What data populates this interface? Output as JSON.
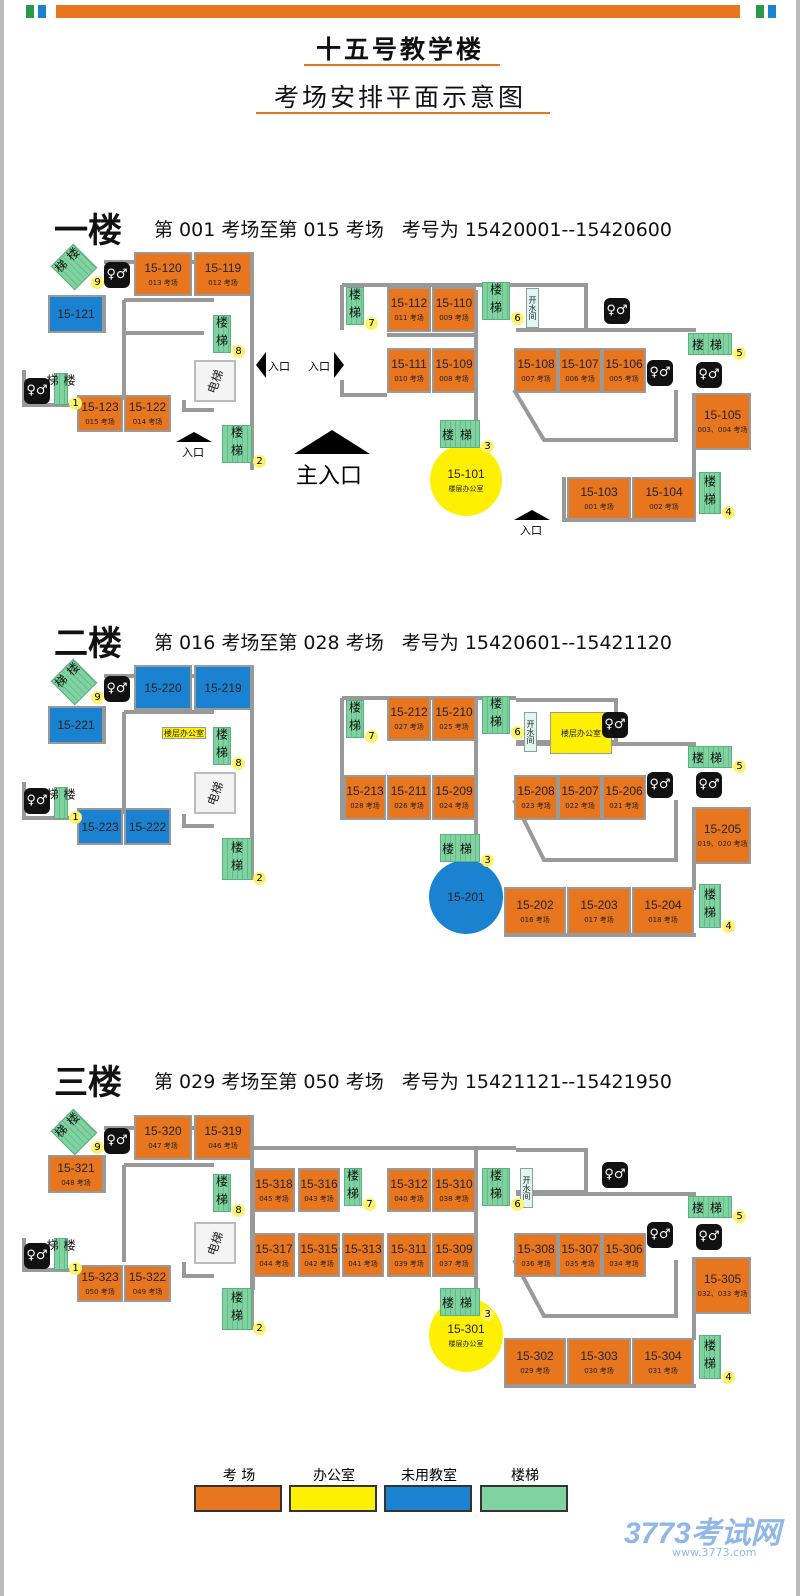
{
  "title": "十五号教学楼",
  "subtitle": "考场安排平面示意图",
  "colors": {
    "exam": "#e8761f",
    "office": "#ffef00",
    "unused": "#1a82d0",
    "stairs": "#7fd3a0",
    "water": "#dff7f4",
    "accent": "#e8761f"
  },
  "floors": [
    {
      "name": "一楼",
      "desc": "第 001 考场至第 015 考场   考号为 15420001--15420600",
      "rooms": [
        {
          "id": "15-120",
          "sub": "013 考场",
          "type": "exam"
        },
        {
          "id": "15-119",
          "sub": "012 考场",
          "type": "exam"
        },
        {
          "id": "15-121",
          "sub": "",
          "type": "unused"
        },
        {
          "id": "15-123",
          "sub": "015 考场",
          "type": "exam"
        },
        {
          "id": "15-122",
          "sub": "014 考场",
          "type": "exam"
        },
        {
          "id": "15-112",
          "sub": "011 考场",
          "type": "exam"
        },
        {
          "id": "15-110",
          "sub": "009 考场",
          "type": "exam"
        },
        {
          "id": "15-111",
          "sub": "010 考场",
          "type": "exam"
        },
        {
          "id": "15-109",
          "sub": "008 考场",
          "type": "exam"
        },
        {
          "id": "15-108",
          "sub": "007 考场",
          "type": "exam"
        },
        {
          "id": "15-107",
          "sub": "006 考场",
          "type": "exam"
        },
        {
          "id": "15-106",
          "sub": "005 考场",
          "type": "exam"
        },
        {
          "id": "15-105",
          "sub": "003、004 考场",
          "type": "exam"
        },
        {
          "id": "15-103",
          "sub": "001 考场",
          "type": "exam"
        },
        {
          "id": "15-104",
          "sub": "002 考场",
          "type": "exam"
        },
        {
          "id": "15-101",
          "sub": "楼层办公室",
          "type": "office"
        },
        {
          "id": "开水间",
          "sub": "",
          "type": "water"
        }
      ],
      "stairs": [
        "9",
        "8",
        "1",
        "2",
        "7",
        "6",
        "3",
        "5",
        "4"
      ],
      "stair_label": "楼梯",
      "elevator": "电梯",
      "entrances": [
        "入口",
        "入口",
        "入口",
        "入口"
      ],
      "main_entrance": "主入口"
    },
    {
      "name": "二楼",
      "desc": "第 016 考场至第 028 考场   考号为 15420601--15421120",
      "rooms": [
        {
          "id": "15-220",
          "sub": "",
          "type": "unused"
        },
        {
          "id": "15-219",
          "sub": "",
          "type": "unused"
        },
        {
          "id": "15-221",
          "sub": "",
          "type": "unused"
        },
        {
          "id": "15-223",
          "sub": "",
          "type": "unused"
        },
        {
          "id": "15-222",
          "sub": "",
          "type": "unused"
        },
        {
          "id": "楼层办公室",
          "sub": "",
          "type": "office"
        },
        {
          "id": "15-212",
          "sub": "027 考场",
          "type": "exam"
        },
        {
          "id": "15-210",
          "sub": "025 考场",
          "type": "exam"
        },
        {
          "id": "开水间",
          "sub": "",
          "type": "water"
        },
        {
          "id": "楼层办公室",
          "sub": "",
          "type": "office"
        },
        {
          "id": "15-213",
          "sub": "028 考场",
          "type": "exam"
        },
        {
          "id": "15-211",
          "sub": "026 考场",
          "type": "exam"
        },
        {
          "id": "15-209",
          "sub": "024 考场",
          "type": "exam"
        },
        {
          "id": "15-208",
          "sub": "023 考场",
          "type": "exam"
        },
        {
          "id": "15-207",
          "sub": "022 考场",
          "type": "exam"
        },
        {
          "id": "15-206",
          "sub": "021 考场",
          "type": "exam"
        },
        {
          "id": "15-205",
          "sub": "019、020 考场",
          "type": "exam"
        },
        {
          "id": "15-202",
          "sub": "016 考场",
          "type": "exam"
        },
        {
          "id": "15-203",
          "sub": "017 考场",
          "type": "exam"
        },
        {
          "id": "15-204",
          "sub": "018 考场",
          "type": "exam"
        },
        {
          "id": "15-201",
          "sub": "",
          "type": "unused"
        }
      ],
      "stairs": [
        "9",
        "8",
        "1",
        "2",
        "7",
        "6",
        "3",
        "5",
        "4"
      ],
      "stair_label": "楼梯",
      "elevator": "电梯"
    },
    {
      "name": "三楼",
      "desc": "第 029 考场至第 050 考场   考号为 15421121--15421950",
      "rooms": [
        {
          "id": "15-320",
          "sub": "047 考场",
          "type": "exam"
        },
        {
          "id": "15-319",
          "sub": "046 考场",
          "type": "exam"
        },
        {
          "id": "15-321",
          "sub": "048 考场",
          "type": "exam"
        },
        {
          "id": "15-323",
          "sub": "050 考场",
          "type": "exam"
        },
        {
          "id": "15-322",
          "sub": "049 考场",
          "type": "exam"
        },
        {
          "id": "15-318",
          "sub": "045 考场",
          "type": "exam"
        },
        {
          "id": "15-316",
          "sub": "043 考场",
          "type": "exam"
        },
        {
          "id": "15-312",
          "sub": "040 考场",
          "type": "exam"
        },
        {
          "id": "15-310",
          "sub": "038 考场",
          "type": "exam"
        },
        {
          "id": "开水间",
          "sub": "",
          "type": "water"
        },
        {
          "id": "15-317",
          "sub": "044 考场",
          "type": "exam"
        },
        {
          "id": "15-315",
          "sub": "042 考场",
          "type": "exam"
        },
        {
          "id": "15-313",
          "sub": "041 考场",
          "type": "exam"
        },
        {
          "id": "15-311",
          "sub": "039 考场",
          "type": "exam"
        },
        {
          "id": "15-309",
          "sub": "037 考场",
          "type": "exam"
        },
        {
          "id": "15-308",
          "sub": "036 考场",
          "type": "exam"
        },
        {
          "id": "15-307",
          "sub": "035 考场",
          "type": "exam"
        },
        {
          "id": "15-306",
          "sub": "034 考场",
          "type": "exam"
        },
        {
          "id": "15-305",
          "sub": "032、033 考场",
          "type": "exam"
        },
        {
          "id": "15-302",
          "sub": "029 考场",
          "type": "exam"
        },
        {
          "id": "15-303",
          "sub": "030 考场",
          "type": "exam"
        },
        {
          "id": "15-304",
          "sub": "031 考场",
          "type": "exam"
        },
        {
          "id": "15-301",
          "sub": "楼层办公室",
          "type": "office"
        }
      ],
      "stairs": [
        "9",
        "8",
        "1",
        "2",
        "7",
        "6",
        "3",
        "5",
        "4"
      ],
      "stair_label": "楼梯",
      "elevator": "电梯"
    }
  ],
  "restroom_icon": "restroom-icon",
  "legend": [
    {
      "label": "考 场",
      "type": "exam"
    },
    {
      "label": "办公室",
      "type": "office"
    },
    {
      "label": "未用教室",
      "type": "unused"
    },
    {
      "label": "楼梯",
      "type": "stairs"
    }
  ],
  "watermark": {
    "text": "3773考试网",
    "sub": "www.3773.com"
  }
}
